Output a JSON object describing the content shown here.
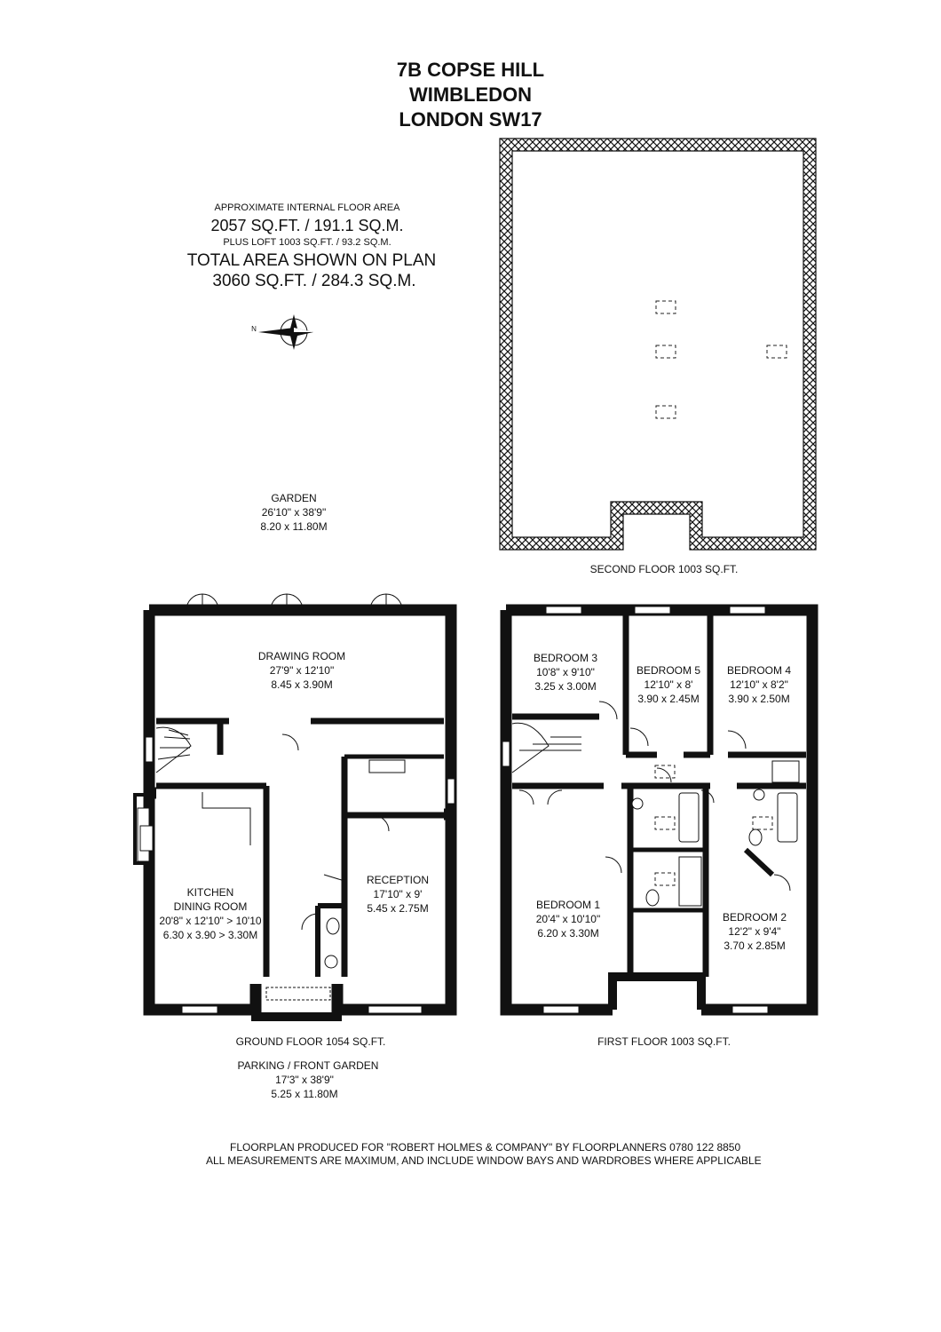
{
  "title": {
    "line1": "7B COPSE HILL",
    "line2": "WIMBLEDON",
    "line3": "LONDON SW17"
  },
  "area": {
    "heading": "APPROXIMATE INTERNAL FLOOR AREA",
    "main": "2057 SQ.FT. / 191.1 SQ.M.",
    "loft": "PLUS LOFT 1003 SQ.FT. / 93.2 SQ.M.",
    "total_heading": "TOTAL AREA SHOWN ON PLAN",
    "total": "3060 SQ.FT. / 284.3 SQ.M."
  },
  "compass": {
    "label": "N"
  },
  "garden": {
    "name": "GARDEN",
    "imperial": "26'10\" x 38'9\"",
    "metric": "8.20 x 11.80M"
  },
  "second_floor": {
    "label": "SECOND FLOOR 1003 SQ.FT."
  },
  "ground_floor": {
    "label": "GROUND FLOOR 1054 SQ.FT.",
    "rooms": {
      "drawing": {
        "name": "DRAWING ROOM",
        "imperial": "27'9\" x 12'10\"",
        "metric": "8.45 x 3.90M"
      },
      "kitchen": {
        "name1": "KITCHEN",
        "name2": "DINING ROOM",
        "imperial": "20'8\" x 12'10\" > 10'10",
        "metric": "6.30 x 3.90 > 3.30M"
      },
      "reception": {
        "name": "RECEPTION",
        "imperial": "17'10\" x 9'",
        "metric": "5.45 x 2.75M"
      }
    }
  },
  "first_floor": {
    "label": "FIRST FLOOR 1003 SQ.FT.",
    "rooms": {
      "bed3": {
        "name": "BEDROOM 3",
        "imperial": "10'8\" x 9'10\"",
        "metric": "3.25 x 3.00M"
      },
      "bed5": {
        "name": "BEDROOM 5",
        "imperial": "12'10\" x 8'",
        "metric": "3.90 x 2.45M"
      },
      "bed4": {
        "name": "BEDROOM 4",
        "imperial": "12'10\" x 8'2\"",
        "metric": "3.90 x 2.50M"
      },
      "bed1": {
        "name": "BEDROOM 1",
        "imperial": "20'4\" x 10'10\"",
        "metric": "6.20 x 3.30M"
      },
      "bed2": {
        "name": "BEDROOM 2",
        "imperial": "12'2\" x 9'4\"",
        "metric": "3.70 x 2.85M"
      }
    }
  },
  "parking": {
    "name": "PARKING / FRONT GARDEN",
    "imperial": "17'3\" x 38'9\"",
    "metric": "5.25 x 11.80M"
  },
  "footer": {
    "line1": "FLOORPLAN PRODUCED FOR \"ROBERT HOLMES & COMPANY\" BY FLOORPLANNERS 0780 122 8850",
    "line2": "ALL MEASUREMENTS ARE MAXIMUM, AND INCLUDE WINDOW BAYS AND WARDROBES WHERE APPLICABLE"
  }
}
